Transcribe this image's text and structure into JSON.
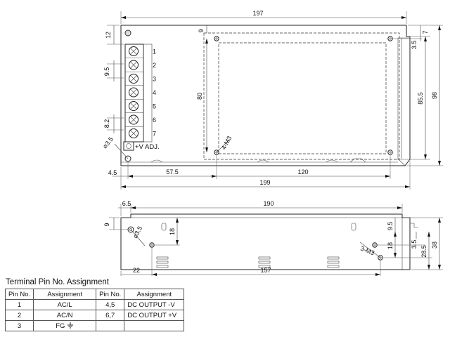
{
  "top_view": {
    "dimensions": {
      "overall_width": "197",
      "total_width": "199",
      "left_offset": "4.5",
      "mount_x1": "57.5",
      "mount_span": "120",
      "top_margin": "12",
      "pitch": "9.5",
      "pitch_bottom": "8.2",
      "plate_top": "9",
      "plate_height": "80",
      "right_top_a": "7",
      "right_top_b": "3.5",
      "height_inner": "85.5",
      "height_total": "98",
      "hole_dia": "3.5",
      "thread": "4-M3"
    },
    "terminals": [
      "1",
      "2",
      "3",
      "4",
      "5",
      "6",
      "7"
    ],
    "vadj_label": "+V ADJ."
  },
  "side_view": {
    "dimensions": {
      "left_offset": "6.5",
      "length": "190",
      "top_offset": "9",
      "hole_height": "18",
      "hole_dia": "3.5",
      "right_top": "9.5",
      "right_hole_height": "18",
      "right_small": "3.5",
      "height_a": "28.5",
      "height_total": "38",
      "bottom_left": "22",
      "bottom_span": "157",
      "thread": "3-M3"
    }
  },
  "pin_table": {
    "title": "Terminal Pin No.  Assignment",
    "headers": [
      "Pin No.",
      "Assignment",
      "Pin No.",
      "Assignment"
    ],
    "rows": [
      [
        "1",
        "AC/L",
        "4,5",
        "DC OUTPUT -V"
      ],
      [
        "2",
        "AC/N",
        "6,7",
        "DC OUTPUT +V"
      ],
      [
        "3",
        "FG",
        "",
        ""
      ]
    ],
    "ground_icon": "ground-icon"
  }
}
